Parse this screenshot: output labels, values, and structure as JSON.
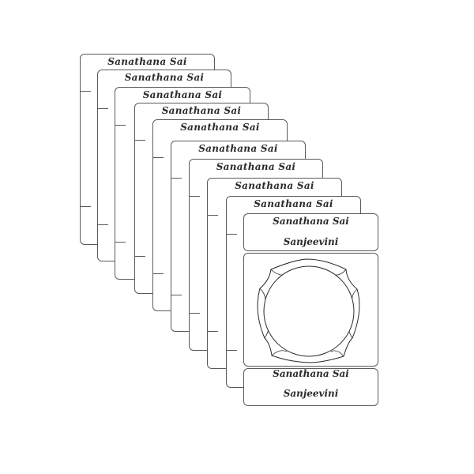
{
  "card_title": "Sanathana Sai",
  "front_card": {
    "top_title": "Sanathana Sai",
    "top_subtitle": "Sanjeevini",
    "bottom_title": "Sanathana Sai",
    "bottom_subtitle": "Sanjeevini",
    "emblem_icon": "lotus-circle-icon"
  },
  "colors": {
    "border": "#5a5a5a",
    "text": "#2a2a2a",
    "background": "#ffffff"
  }
}
